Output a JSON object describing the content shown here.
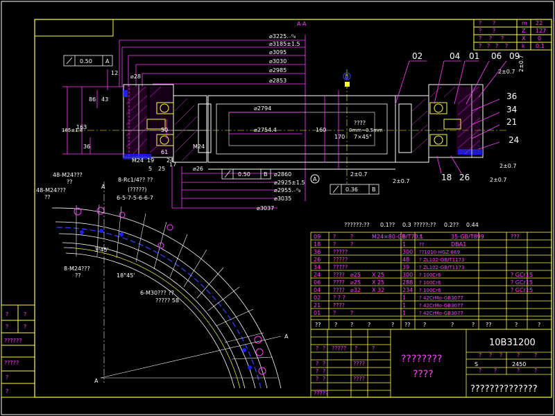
{
  "section_label": "A-A",
  "pointer_a_top": "A",
  "pointer_b_top": "B",
  "callout_b_circle": "B",
  "callout_a_circle": "A",
  "tolerance_top": {
    "value": "0.50",
    "datum": "A"
  },
  "tolerance_mid": {
    "value": "0.50",
    "datum": "B"
  },
  "tolerance_low": {
    "value": "0.36",
    "datum": "B"
  },
  "top_dims": [
    "⌀3225.₋⁰₈",
    "⌀3185±1.5",
    "⌀3095",
    "⌀3030",
    "⌀2985",
    "⌀2853"
  ],
  "inner_dims": [
    "⌀2794",
    "⌀2754.4"
  ],
  "bottom_dims": [
    "⌀2860",
    "⌀2925±1.5",
    "⌀2955.₋⁰₈",
    "⌀3035",
    "⌀3037"
  ],
  "left_dims": {
    "d12": "12",
    "d28": "⌀28",
    "d43": "43",
    "d86": "86",
    "d163": "163",
    "d185": "185±1.8",
    "d36": "36",
    "d50": "50",
    "d61": "61",
    "d19": "19",
    "d25": "25",
    "d5": "5",
    "d17": "17",
    "dM24a": "M24",
    "dM24b": "M24",
    "d26": "⌀26",
    "d24x": "24"
  },
  "center_dims": {
    "d160": "160",
    "d170": "170",
    "note_a": "????",
    "note_b": "0mm~0.5mm",
    "note_c": "7×45°",
    "d20": "2±0.7"
  },
  "right_dims": {
    "d2a": "2±0.7",
    "d2b": "2±0.7",
    "d2c": "2±0.7",
    "d2d": "2±0.7",
    "d2e": "2±0.7"
  },
  "part_callouts": [
    "02",
    "04",
    "01",
    "06",
    "09",
    "36",
    "34",
    "21",
    "24",
    "18",
    "26"
  ],
  "plan_labels": {
    "hole1": "48-M24???",
    "hole1b": "??",
    "hole2": "48-M24???",
    "hole2b": "??",
    "lub": "8-Rc1/4??  ??",
    "lub2": "(?????)",
    "seq": "6-5-7-5-6-6-7",
    "angle1": "3⁰45'",
    "m24": "8-M24???",
    "m24b": "??",
    "angle2": "18°45'",
    "n30": "6-M30???  ??",
    "n30b": "?????  58",
    "pa": "A",
    "pb": "A",
    "pc": "A"
  },
  "tech_params": [
    [
      "??????:??",
      "0.1??"
    ],
    [
      "0.3",
      ""
    ],
    [
      "?????:??",
      "0.2??"
    ],
    [
      "0.44",
      ""
    ]
  ],
  "gear_table": {
    "rows": [
      [
        "?",
        "?",
        "m",
        "22"
      ],
      [
        "?",
        "?",
        "Z",
        "127"
      ],
      [
        "?",
        "?",
        "?",
        "X",
        "0"
      ],
      [
        "?",
        "?",
        "?",
        "?",
        "k",
        "0.1"
      ]
    ]
  },
  "bom_rows": [
    [
      "09",
      "?",
      "?",
      "M24×80-GB/T70.1",
      "8",
      "?",
      "35-GB/T899",
      "",
      "???"
    ],
    [
      "18",
      "?",
      "?",
      "",
      "1",
      "??",
      "DBA1",
      "",
      ""
    ],
    [
      "36",
      "?????",
      "",
      "",
      "300",
      "??1010-HGZ-869",
      "",
      "",
      ""
    ],
    [
      "26",
      "?????",
      "",
      "",
      "48",
      "? ZL102-GB/T1173",
      "",
      "",
      ""
    ],
    [
      "34",
      "?????",
      "",
      "",
      "39",
      "? ZL102-GB/T1173",
      "",
      "",
      ""
    ],
    [
      "24",
      "????",
      "⌀25",
      "X 25",
      "300",
      "? 100Cr6",
      "",
      "",
      "? GCr15"
    ],
    [
      "06",
      "????",
      "⌀25",
      "X 25",
      "288",
      "? 100Cr6",
      "",
      "",
      "? GCr15"
    ],
    [
      "04",
      "????",
      "⌀32",
      "X 32",
      "234",
      "? 100Cr6",
      "",
      "",
      "? GCr15"
    ],
    [
      "02",
      "? ? ?",
      "",
      "",
      "1",
      "? 42CrMo-GB3077",
      "",
      "",
      ""
    ],
    [
      "21",
      "????",
      "",
      "",
      "1",
      "? 42CrMo-GB3077",
      "",
      "",
      ""
    ],
    [
      "01",
      "?",
      "?",
      "",
      "1",
      "? 42CrMo-GB3077",
      "",
      "",
      ""
    ]
  ],
  "bom_header": [
    "??",
    "?",
    "?",
    "?",
    "?",
    "??",
    "?",
    "?",
    "?",
    "??",
    "?",
    "?"
  ],
  "title_block": {
    "drawing_no": "10B31200",
    "title_main": "????????",
    "title_sub": "????",
    "company": "??????????????",
    "scale_label": "S",
    "weight": "2450",
    "cells_a": [
      "?",
      "?",
      "?",
      "?",
      "?"
    ],
    "cells_b": [
      "?",
      "?",
      "?",
      "?"
    ],
    "left_cells": [
      "?",
      "?",
      "?????",
      "?",
      "?",
      "?",
      "?",
      "?",
      "?",
      "?",
      "?",
      "????",
      "????",
      "?????"
    ],
    "sign_left": [
      "?",
      "?",
      "?????",
      "?",
      "?",
      "?",
      "?",
      "?",
      "?",
      "?",
      "?",
      "?????"
    ]
  },
  "side_strip": [
    "?",
    "?",
    "??????",
    "?",
    "?",
    "?????",
    "?",
    "?"
  ]
}
